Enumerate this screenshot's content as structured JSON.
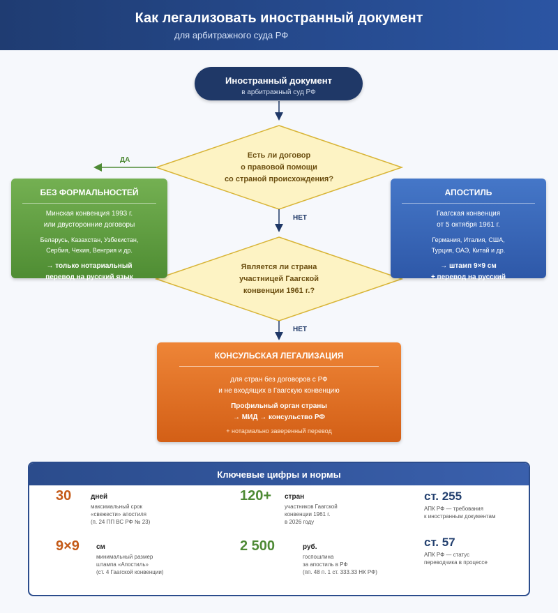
{
  "header": {
    "title": "Как легализовать иностранный документ",
    "subtitle": "для арбитражного суда РФ"
  },
  "start": {
    "title": "Иностранный документ",
    "subtitle": "в арбитражный суд РФ"
  },
  "decision1": {
    "line1": "Есть ли договор",
    "line2": "о правовой помощи",
    "line3": "со страной происхождения?",
    "yes_label": "ДА",
    "no_label": "НЕТ"
  },
  "decision2": {
    "line1": "Является ли страна",
    "line2": "участницей Гаагской",
    "line3": "конвенции 1961 г.?",
    "no_label": "НЕТ"
  },
  "no_formalities": {
    "title": "БЕЗ ФОРМАЛЬНОСТЕЙ",
    "basis1": "Минская конвенция 1993 г.",
    "basis2": "или двусторонние договоры",
    "countries1": "Беларусь, Казахстан, Узбекистан,",
    "countries2": "Сербия, Чехия, Венгрия и др.",
    "result1": "→ только нотариальный",
    "result2": "перевод на русский язык"
  },
  "apostille": {
    "title": "АПОСТИЛЬ",
    "basis1": "Гаагская конвенция",
    "basis2": "от 5 октября 1961 г.",
    "countries1": "Германия, Италия, США,",
    "countries2": "Турция, ОАЭ, Китай и др.",
    "result1": "→ штамп 9×9 см",
    "result2": "+ перевод на русский"
  },
  "consular": {
    "title": "КОНСУЛЬСКАЯ ЛЕГАЛИЗАЦИЯ",
    "desc1": "для стран без договоров с РФ",
    "desc2": "и не входящих в Гаагскую конвенцию",
    "steps1": "Профильный орган страны",
    "steps2": "→ МИД → консульство РФ",
    "note": "+ нотариально заверенный перевод"
  },
  "stats": {
    "title": "Ключевые цифры и нормы",
    "items": [
      {
        "num": "30",
        "unit": "дней",
        "d1": "максимальный срок",
        "d2": "«свежести» апостиля",
        "d3": "(п. 24 ПП ВС РФ № 23)"
      },
      {
        "num": "120+",
        "unit": "стран",
        "d1": "участников Гаагской",
        "d2": "конвенции 1961 г.",
        "d3": "в 2026 году"
      },
      {
        "num": "ст. 255",
        "d1": "АПК РФ — требования",
        "d2": "к иностранным документам"
      },
      {
        "num": "9×9",
        "unit": "см",
        "d1": "минимальный размер",
        "d2": "штампа «Апостиль»",
        "d3": "(ст. 4 Гаагской конвенции)"
      },
      {
        "num": "2 500",
        "unit": "руб.",
        "d1": "госпошлина",
        "d2": "за апостиль в РФ",
        "d3": "(пп. 48 п. 1 ст. 333.33 НК РФ)"
      },
      {
        "num": "ст. 57",
        "d1": "АПК РФ — статус",
        "d2": "переводчика в процессе"
      }
    ]
  },
  "colors": {
    "navy": "#1f3867",
    "diamond_fill": "#fdf3c4",
    "diamond_stroke": "#d8b436",
    "green": "#5a9a3d",
    "blue": "#3564b6",
    "orange": "#e0711f"
  }
}
